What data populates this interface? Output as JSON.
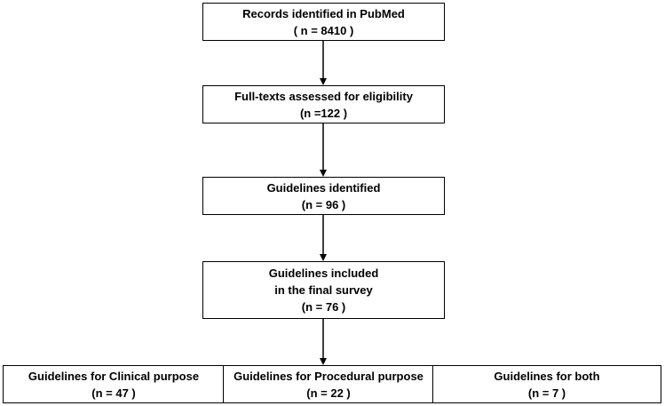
{
  "boxes": {
    "records": {
      "title": "Records identified in PubMed",
      "count": "( n = 8410 )"
    },
    "fulltexts": {
      "title": "Full-texts assessed for eligibility",
      "count": "(n =122 )"
    },
    "identified": {
      "title": "Guidelines identified",
      "count": "(n = 96 )"
    },
    "included": {
      "title_line1": "Guidelines included",
      "title_line2": "in the final survey",
      "count": "(n = 76 )"
    },
    "clinical": {
      "title": "Guidelines for Clinical purpose",
      "count": "(n = 47 )"
    },
    "procedural": {
      "title": "Guidelines for Procedural purpose",
      "count": "(n = 22 )"
    },
    "both": {
      "title": "Guidelines for both",
      "count": "(n = 7 )"
    }
  },
  "colors": {
    "stroke": "#000000",
    "background": "#ffffff"
  }
}
